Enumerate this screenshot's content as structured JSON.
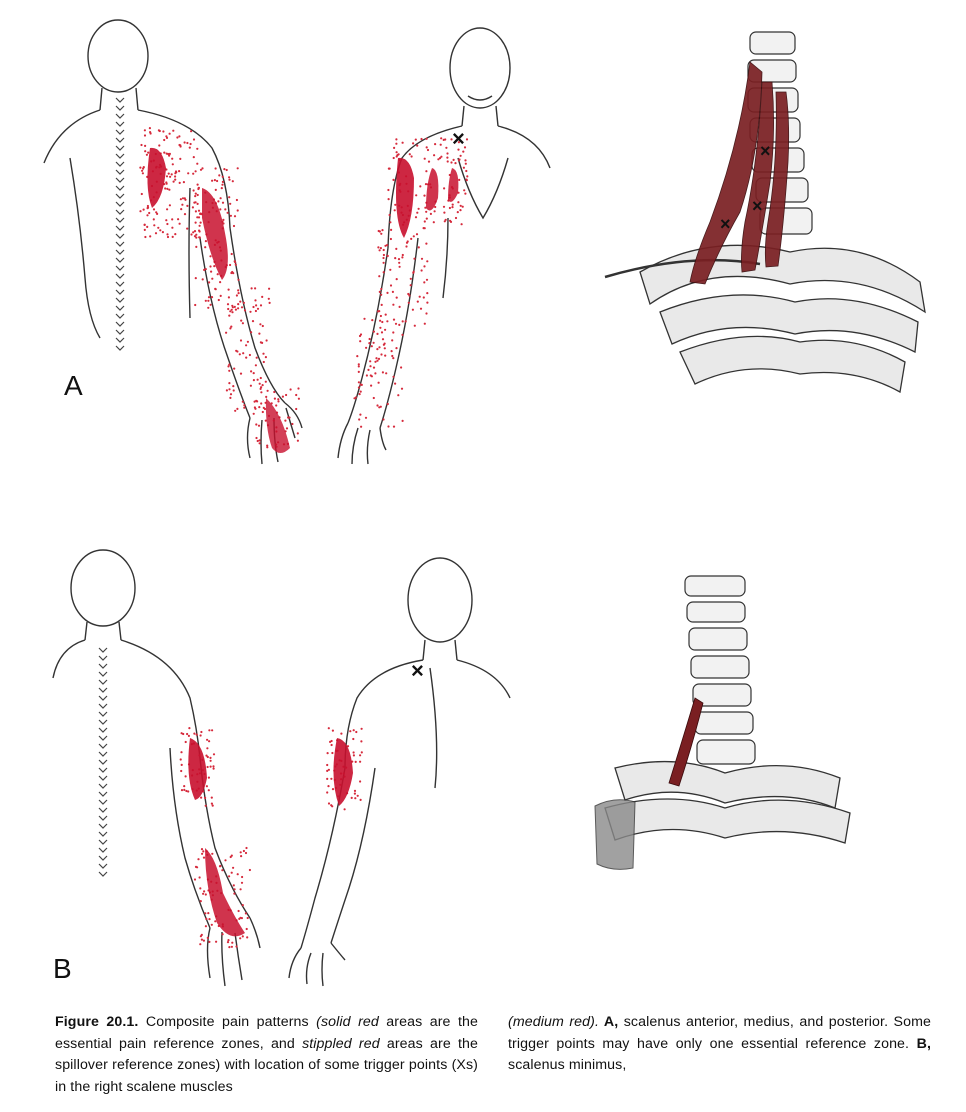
{
  "figure": {
    "panel_a_label": "A",
    "panel_b_label": "B",
    "trigger_point_marker": "×",
    "colors": {
      "solid_red": "#c8102e",
      "stippled_red": "#d62a3c",
      "muscle_red": "#7a1f22",
      "line": "#333333"
    }
  },
  "caption": {
    "figure_number": "Figure 20.1.",
    "part1": " Composite pain patterns ",
    "solid_red_italic": "(solid red",
    "part2": " areas are the essential pain reference zones, and ",
    "stippled_italic": "stippled red",
    "part3": " areas are the spillover reference zones) with location of some trigger points (Xs) in the right scalene muscles ",
    "medium_red_italic": "(medium red).",
    "label_a": " A,",
    "part4": " scalenus anterior, medius, and posterior. Some trigger points may have only one essential reference zone. ",
    "label_b": "B,",
    "part5": " scalenus minimus,"
  },
  "icons": {
    "back_figure_a": "torso-back-illustration",
    "front_figure_a": "torso-front-illustration",
    "neck_anatomy_a": "cervical-spine-scalene-illustration",
    "back_figure_b": "torso-back-illustration",
    "front_figure_b": "torso-front-illustration",
    "neck_anatomy_b": "cervical-spine-minimus-illustration"
  }
}
